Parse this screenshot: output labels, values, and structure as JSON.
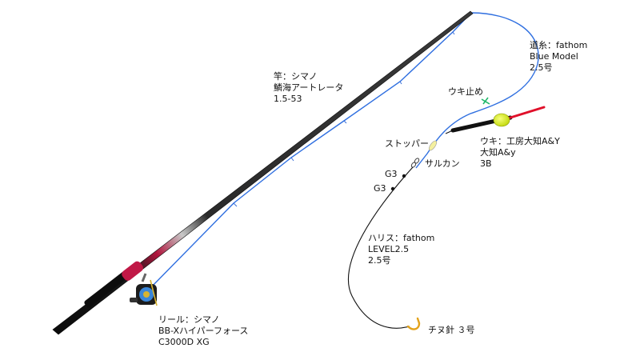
{
  "colors": {
    "background": "#ffffff",
    "rod": "#111111",
    "rod_accent": "#b0143c",
    "main_line": "#2f6fe0",
    "leader": "#111111",
    "float_top": "#d9f20a",
    "float_tip": "#e0102a",
    "hook": "#e3a21a",
    "stop_knot": "#1fb86a"
  },
  "labels": {
    "rod": [
      "竿：シマノ",
      "鱗海アートレータ",
      "1.5-53"
    ],
    "main_line": [
      "道糸：fathom",
      "Blue Model",
      "2.5号"
    ],
    "float_stop": [
      "ウキ止め"
    ],
    "float": [
      "ウキ：工房大知A&Y",
      "大知A&y",
      "3B"
    ],
    "stopper": [
      "ストッパー"
    ],
    "swivel": [
      "サルカン"
    ],
    "shot_1": [
      "G3"
    ],
    "shot_2": [
      "G3"
    ],
    "leader": [
      "ハリス：fathom",
      "LEVEL2.5",
      "2.5号"
    ],
    "reel": [
      "リール：シマノ",
      "BB-Xハイパーフォース",
      "C3000D XG"
    ],
    "hook": [
      "チヌ針 ３号"
    ]
  }
}
